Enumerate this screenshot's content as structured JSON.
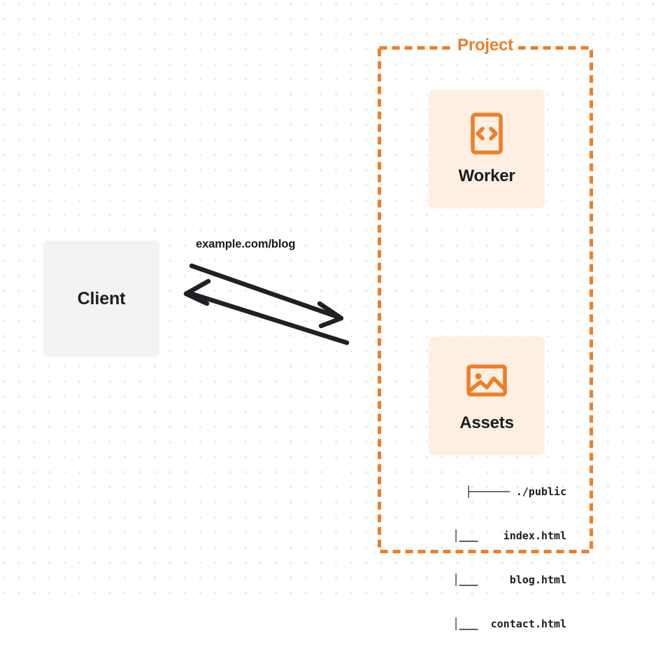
{
  "diagram": {
    "type": "architecture-flow",
    "background": {
      "style": "dot-grid",
      "dot_color": "#e9eaec",
      "page_color": "#ffffff"
    },
    "colors": {
      "accent_orange": "#ef7e28",
      "card_background": "#fdf0e3",
      "client_background": "#f2f3f4",
      "text_dark": "#1d1d1d",
      "arrow_color": "#1f2124"
    },
    "client": {
      "label": "Client",
      "icon": "client-box"
    },
    "connector": {
      "label": "example.com/blog",
      "request_direction": "client-to-project",
      "response_direction": "project-to-client",
      "arrow_count": 2
    },
    "project": {
      "title": "Project",
      "border_style": "dashed",
      "services": [
        {
          "label": "Worker",
          "icon": "code-file-icon"
        },
        {
          "label": "Assets",
          "icon": "image-icon"
        }
      ],
      "file_tree": {
        "rows": [
          "├────── ./public",
          "│___    index.html",
          "│___     blog.html",
          "│___  contact.html"
        ],
        "root": "./public",
        "files": [
          "index.html",
          "blog.html",
          "contact.html"
        ]
      }
    }
  }
}
